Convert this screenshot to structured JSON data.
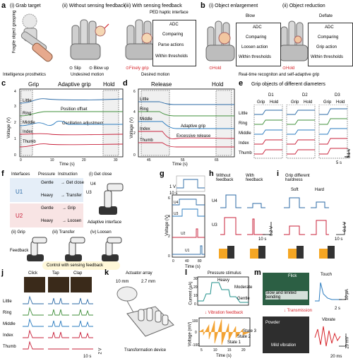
{
  "panels": {
    "a": {
      "letter": "a",
      "i": "(i) Grab target",
      "ii": "(ii) Without sensing feedback",
      "iii": "(iii) With sensing feedback",
      "fragile": "Fragile object grasping",
      "ped": "PED haptic interface",
      "flow": [
        "ADC",
        "Comparing",
        "Parse actions",
        "Within thresholds"
      ],
      "slip": "Slip",
      "blowup": "Blow up",
      "finely": "Finely grip",
      "cap1": "Intelligence prosthetics",
      "cap2": "Undesired motion",
      "cap3": "Desired motion"
    },
    "b": {
      "letter": "b",
      "i": "(i) Object enlargement",
      "ii": "(ii) Object reduction",
      "blow": "Blow",
      "deflate": "Deflate",
      "flow1": [
        "ADC",
        "Comparing",
        "Loosen action",
        "Within thresholds"
      ],
      "flow2": [
        "ADC",
        "Comparing",
        "Grip action",
        "Within thresholds"
      ],
      "hold": "Hold",
      "caption": "Real-time recogniton and self-adaptive grip"
    },
    "c": {
      "letter": "c",
      "grip": "Grip",
      "adaptive": "Adaptive grip",
      "hold": "Hold",
      "pos": "Position offset",
      "osc": "Oscillation adjustment",
      "fingers": [
        "Little",
        "Ring",
        "Middle",
        "Index",
        "Thumb"
      ],
      "ylabel": "Voltage (V)",
      "xlabel": "Time (s)",
      "yticks": [
        "0",
        "1",
        "2",
        "3",
        "4"
      ],
      "xticks": [
        "0",
        "10",
        "20",
        "30"
      ]
    },
    "d": {
      "letter": "d",
      "release": "Release",
      "hold": "Hold",
      "adaptive": "Adaptive grip",
      "excessive": "Excessive release",
      "fingers": [
        "Little",
        "Ring",
        "Middle",
        "Index",
        "Thumb"
      ],
      "ylabel": "Voltage (V)",
      "xlabel": "Time (s)",
      "yticks": [
        "0",
        "2",
        "4",
        "6"
      ],
      "xticks": [
        "45",
        "55",
        "65"
      ]
    },
    "e": {
      "letter": "e",
      "title": "Grip objects of different diameters",
      "d": [
        "D1",
        "D2",
        "D3"
      ],
      "grip": "Grip",
      "hold": "Hold",
      "fingers": [
        "Little",
        "Ring",
        "Middle",
        "Index",
        "Thumb"
      ],
      "scaleV": "0.1 V",
      "scaleT": "5 s"
    },
    "f": {
      "letter": "f",
      "interfaces": "Interfaces",
      "pressure": "Pressure",
      "instruction": "Instruction",
      "u1": "U1",
      "u2": "U2",
      "u3": "U3",
      "u4": "U4",
      "gentle": "Gentle",
      "heavy": "Heavy",
      "getclose": "Get close",
      "transfer": "Transfer",
      "grip": "Grip",
      "loosen": "Loosen",
      "step1": "(i) Get close",
      "adaptive": "Adaptive interface",
      "step2": "(ii) Grip",
      "step3": "(iii) Transfer",
      "step4": "(iv) Loosen",
      "feedback": "Feedback",
      "control": "Control with sensing feedback"
    },
    "g": {
      "letter": "g",
      "labels": [
        "U4",
        "U3",
        "U2",
        "U1"
      ],
      "scale1": "1 V",
      "scale2": "10 s",
      "ylabel": "Voltage (V)",
      "xlabel": "Time (s)",
      "yticks": [
        "0",
        "2",
        "4",
        "6"
      ],
      "xticks": [
        "0",
        "40",
        "80"
      ]
    },
    "h": {
      "letter": "h",
      "without": "Without feedback",
      "with": "With feedback",
      "u4": "U4",
      "u3": "U3",
      "scaleV": "0.2 V",
      "scaleT": "10 s"
    },
    "i": {
      "letter": "i",
      "title": "Grip different hardness",
      "soft": "Soft",
      "hard": "Hard",
      "scaleV": "0.1 V",
      "scaleT": "10 s"
    },
    "j": {
      "letter": "j",
      "gestures": [
        "Click",
        "Tap",
        "Clap"
      ],
      "fingers": [
        "Little",
        "Ring",
        "Middle",
        "Index",
        "Thumb"
      ],
      "scaleV": "2 V",
      "scaleT": "10 s"
    },
    "k": {
      "letter": "k",
      "title": "Actuator array",
      "dim1": "10 mm",
      "dim2": "2.7 mm",
      "caption": "Transformation device"
    },
    "l": {
      "letter": "l",
      "title": "Pressure stimulus",
      "heavy": "Heavy",
      "moderate": "Moderate",
      "gentle": "Gentle",
      "ylabel1": "Current (µA)",
      "yticks1": [
        "0",
        "10",
        "20",
        "30"
      ],
      "vib": "Vibration feedback",
      "ylabel2": "Voltage (mV)",
      "yticks2": [
        "-100",
        "0",
        "100"
      ],
      "state1": "State 1",
      "state2": "State 2",
      "state3": "State 3",
      "xlabel": "Time (s)",
      "xticks": [
        "5",
        "10",
        "15",
        "20"
      ]
    },
    "m": {
      "letter": "m",
      "flick": "Flick",
      "slow": "Slow and limited bending",
      "touch": "Touch",
      "transmission": "Transmission",
      "powder": "Powder",
      "mild": "Mild vibration",
      "vibrate": "Vibrate",
      "s1": "10 µA",
      "s2": "2 s",
      "s3": "20 mV",
      "s4": "20 ms"
    }
  },
  "colors": {
    "little": "#2b6aa6",
    "ring": "#3f8f3a",
    "middle": "#2a7bbf",
    "index": "#c8203a",
    "thumb": "#c8203a",
    "teal": "#1f8f8a",
    "orange": "#f29a1e",
    "blue": "#2b6aa6",
    "red": "#d6242a"
  }
}
